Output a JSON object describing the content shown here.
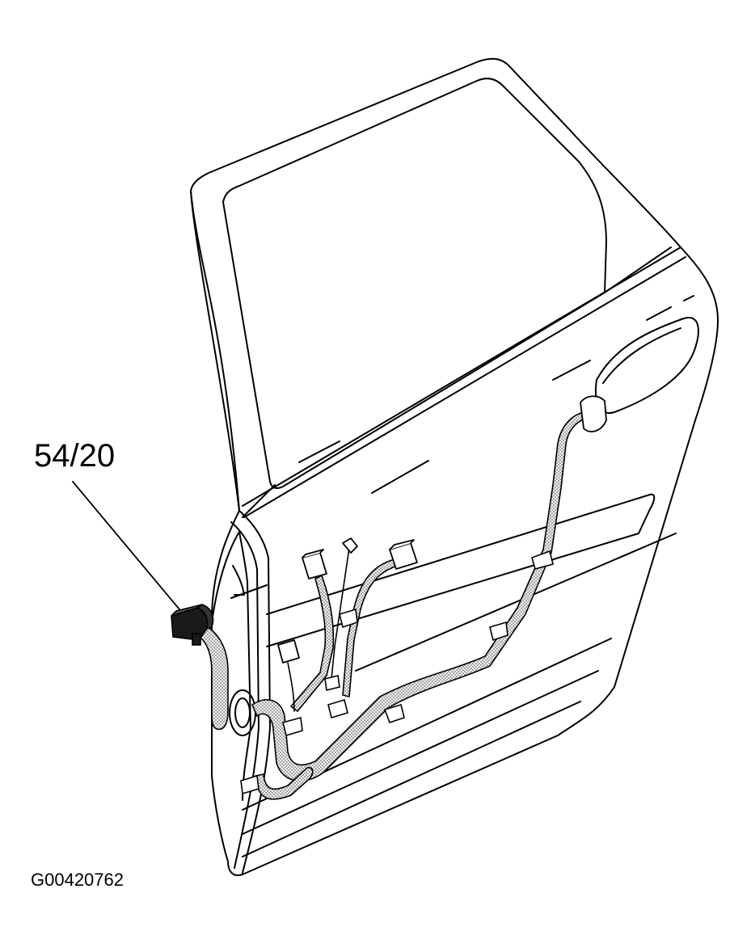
{
  "diagram": {
    "callout": {
      "label": "54/20",
      "target": "harness-connector"
    },
    "figure_id": "G00420762"
  },
  "colors": {
    "line": "#000000",
    "background": "#ffffff",
    "harness_fill": "#d9d9d9",
    "connector_fill": "#1a1a1a"
  },
  "icons": [
    "door-panel",
    "window-frame",
    "door-handle",
    "wiring-harness",
    "harness-connector",
    "connector-plug",
    "harness-clip"
  ]
}
